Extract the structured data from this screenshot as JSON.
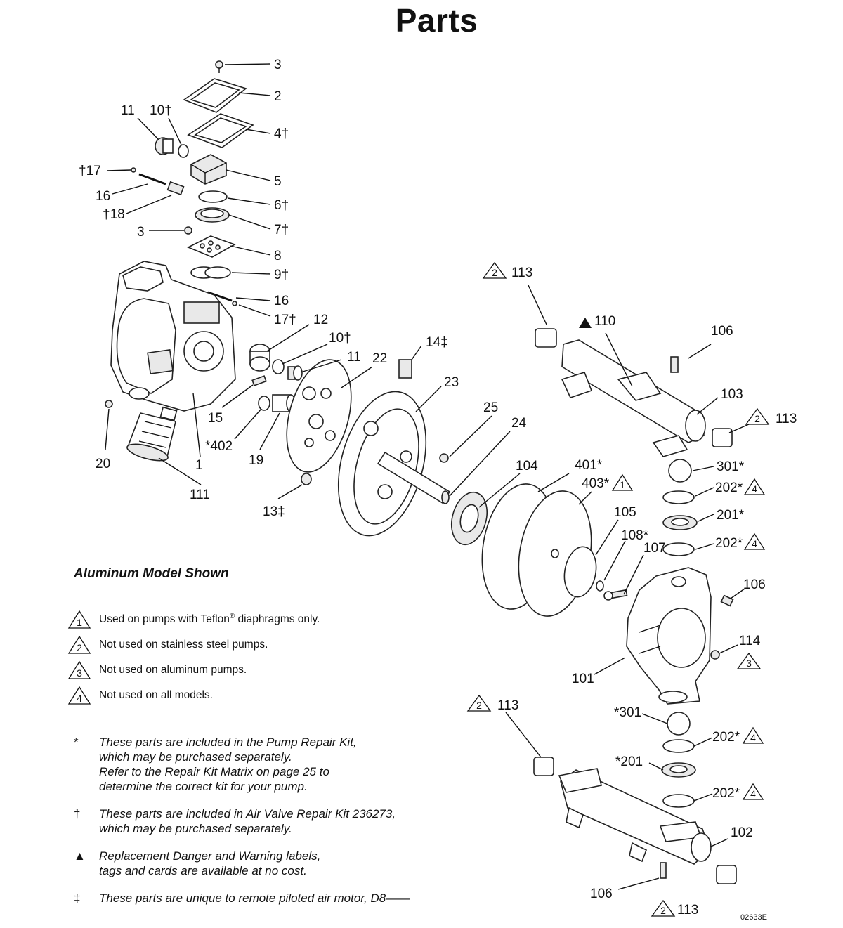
{
  "page": {
    "title": "Parts",
    "drawing_number": "02633E"
  },
  "callouts": {
    "c3a": "3",
    "c2": "2",
    "c11a": "11",
    "c10a": "10†",
    "c4": "4†",
    "c17a": "†17",
    "c5": "5",
    "c16a": "16",
    "c6": "6†",
    "c18": "†18",
    "c7": "7†",
    "c3b": "3",
    "c8": "8",
    "c9": "9†",
    "c16b": "16",
    "c17b": "17†",
    "c12": "12",
    "c10b": "10†",
    "c11b": "11",
    "c22": "22",
    "c14": "14‡",
    "c23": "23",
    "c15": "15",
    "c402": "*402",
    "c19": "19",
    "c20": "20",
    "c1": "1",
    "c111": "111",
    "c13": "13‡",
    "c25": "25",
    "c24": "24",
    "c104": "104",
    "c401": "401*",
    "c403": "403*",
    "c105": "105",
    "c108": "108*",
    "c107": "107",
    "c113a": "113",
    "c110": "110",
    "c106a": "106",
    "c103": "103",
    "c113b": "113",
    "c301a": "301*",
    "c202a": "202*",
    "c201a": "201*",
    "c202b": "202*",
    "c106b": "106",
    "c114": "114",
    "c101": "101",
    "c113c": "113",
    "c301b": "*301",
    "c202c": "202*",
    "c201b": "*201",
    "c202d": "202*",
    "c102": "102",
    "c106c": "106",
    "c113d": "113",
    "t403": "1",
    "t113a": "2",
    "t113b": "2",
    "t202a": "4",
    "t202b": "4",
    "t114": "3",
    "t113c": "2",
    "t202c": "4",
    "t202d": "4",
    "t113d": "2"
  },
  "legend": {
    "title": "Aluminum Model Shown",
    "notes": [
      {
        "num": "1",
        "text_a": "Used on pumps with Teflon",
        "sup": "®",
        "text_b": " diaphragms only."
      },
      {
        "num": "2",
        "text": "Not used on stainless steel pumps."
      },
      {
        "num": "3",
        "text": "Not used on aluminum pumps."
      },
      {
        "num": "4",
        "text": "Not used on all models."
      }
    ],
    "kits": [
      {
        "symbol": "*",
        "text": "These parts are included in the Pump Repair Kit,\n  which may be purchased separately.\n  Refer to the Repair Kit Matrix on page 25 to\n  determine the correct kit for your pump."
      },
      {
        "symbol": "†",
        "text": "These parts are included in Air Valve Repair Kit 236273,\n  which may be purchased separately."
      },
      {
        "symbol": "▲",
        "text": "Replacement Danger and Warning labels,\n  tags and cards are available at no cost."
      },
      {
        "symbol": "‡",
        "text": "These parts are unique to remote piloted air motor, D8——"
      }
    ]
  }
}
